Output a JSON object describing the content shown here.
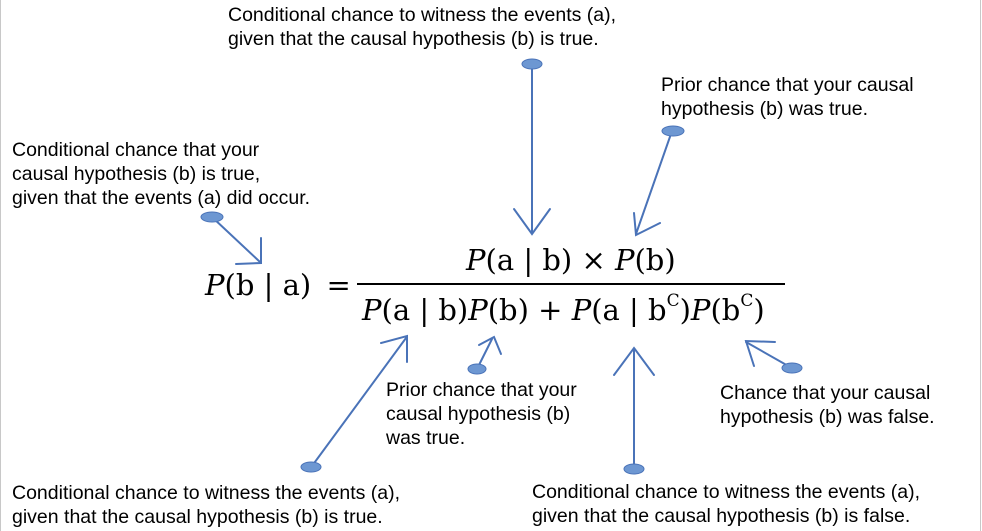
{
  "annotations": {
    "top_center": {
      "line1": "Conditional chance to witness the events (a),",
      "line2": "given that the causal hypothesis (b) is true."
    },
    "top_right": {
      "line1": "Prior chance that your causal",
      "line2": "hypothesis (b) was true."
    },
    "left": {
      "line1": "Conditional chance that your",
      "line2": "causal hypothesis (b) is true,",
      "line3": "given that the events (a) did occur."
    },
    "middle_prior": {
      "line1": "Prior chance that your",
      "line2": "causal hypothesis (b)",
      "line3": "was true."
    },
    "right_false": {
      "line1": "Chance that your causal",
      "line2": "hypothesis (b) was false."
    },
    "bottom_left": {
      "line1": "Conditional chance to witness the events (a),",
      "line2": "given that the causal hypothesis (b) is true."
    },
    "bottom_right": {
      "line1": "Conditional chance to witness the events (a),",
      "line2": "given that the causal hypothesis (b) is false."
    }
  },
  "formula": {
    "lhs": {
      "fn": "P",
      "args": "(b | a)",
      "equals": "="
    },
    "numerator": {
      "term1_fn": "P",
      "term1_args": "(a | b)",
      "times": "×",
      "term2_fn": "P",
      "term2_args": "(b)"
    },
    "denominator": {
      "t1_fn": "P",
      "t1_args": "(a | b)",
      "t2_fn": "P",
      "t2_args": "(b)",
      "plus": "+",
      "t3_fn": "P",
      "t3_args_pre": "(a | b",
      "t3_sup": "C",
      "t3_args_post": ")",
      "t4_fn": "P",
      "t4_args_pre": "(b",
      "t4_sup": "C",
      "t4_args_post": ")"
    }
  },
  "colors": {
    "connector": "#4a73b8",
    "connector_dot": "#6d97d2",
    "text": "#000000",
    "frame": "#c8c8c8"
  }
}
